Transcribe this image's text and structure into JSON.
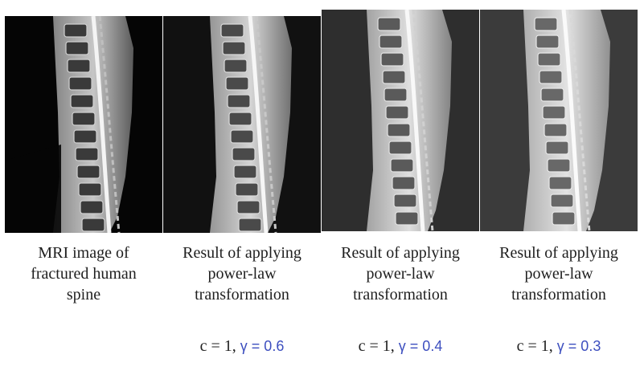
{
  "panels": [
    {
      "caption": [
        "MRI image of",
        "fractured human",
        "spine"
      ],
      "params": null,
      "image": "mri-spine-original",
      "background": "#050505"
    },
    {
      "caption": [
        "Result of applying",
        "power-law",
        "transformation"
      ],
      "params": {
        "c_text": "c = 1, ",
        "gamma_text": "γ = 0.6"
      },
      "image": "mri-spine-gamma-0.6",
      "background": "#111111"
    },
    {
      "caption": [
        "Result of applying",
        "power-law",
        "transformation"
      ],
      "params": {
        "c_text": "c = 1, ",
        "gamma_text": "γ = 0.4"
      },
      "image": "mri-spine-gamma-0.4",
      "background": "#2e2e2e"
    },
    {
      "caption": [
        "Result of applying",
        "power-law",
        "transformation"
      ],
      "params": {
        "c_text": "c = 1, ",
        "gamma_text": "γ = 0.3"
      },
      "image": "mri-spine-gamma-0.3",
      "background": "#3b3b3b"
    }
  ],
  "colors": {
    "gamma_text": "#3d4fbf",
    "caption_text": "#1f1f1f"
  }
}
